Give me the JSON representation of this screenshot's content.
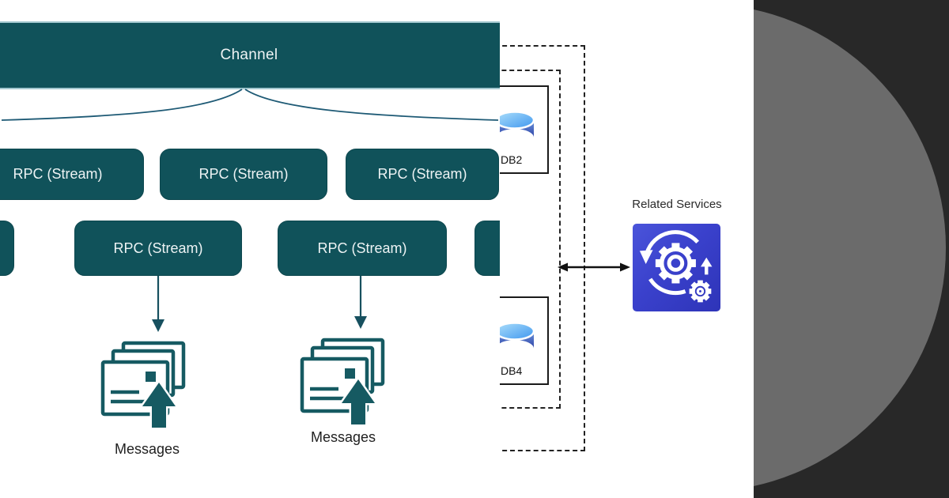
{
  "diagram": {
    "channel": {
      "label": "Channel"
    },
    "rpc_row1": [
      {
        "label": "RPC (Stream)"
      },
      {
        "label": "RPC (Stream)"
      },
      {
        "label": "RPC (Stream)"
      }
    ],
    "rpc_row2": [
      {
        "label": "RPC (Stream)"
      },
      {
        "label": "RPC (Stream)"
      }
    ],
    "messages": [
      {
        "label": "Messages"
      },
      {
        "label": "Messages"
      }
    ],
    "databases": [
      {
        "label": "DB2"
      },
      {
        "label": "DB4"
      }
    ],
    "related_services": {
      "label": "Related Services"
    }
  },
  "colors": {
    "teal_box": "#10525a",
    "teal_box_text": "#edf3f4",
    "channel_border": "#a3c8cf",
    "connector_line": "#1e5a75",
    "down_arrow": "#17505f",
    "messages_icon_teal": "#165a62",
    "db_box_border": "#1a1a1a",
    "dashed_border": "#222222",
    "db_cylinder_top": "#aee0fb",
    "db_cylinder_bottom": "#2e41a5",
    "services_icon_blue": "#3a41cc",
    "services_icon_stroke": "#ffffff",
    "related_label_text": "#2b2b2b",
    "dark_panel": "#282828",
    "circle_gray": "#6b6b6b",
    "background": "#ffffff"
  }
}
